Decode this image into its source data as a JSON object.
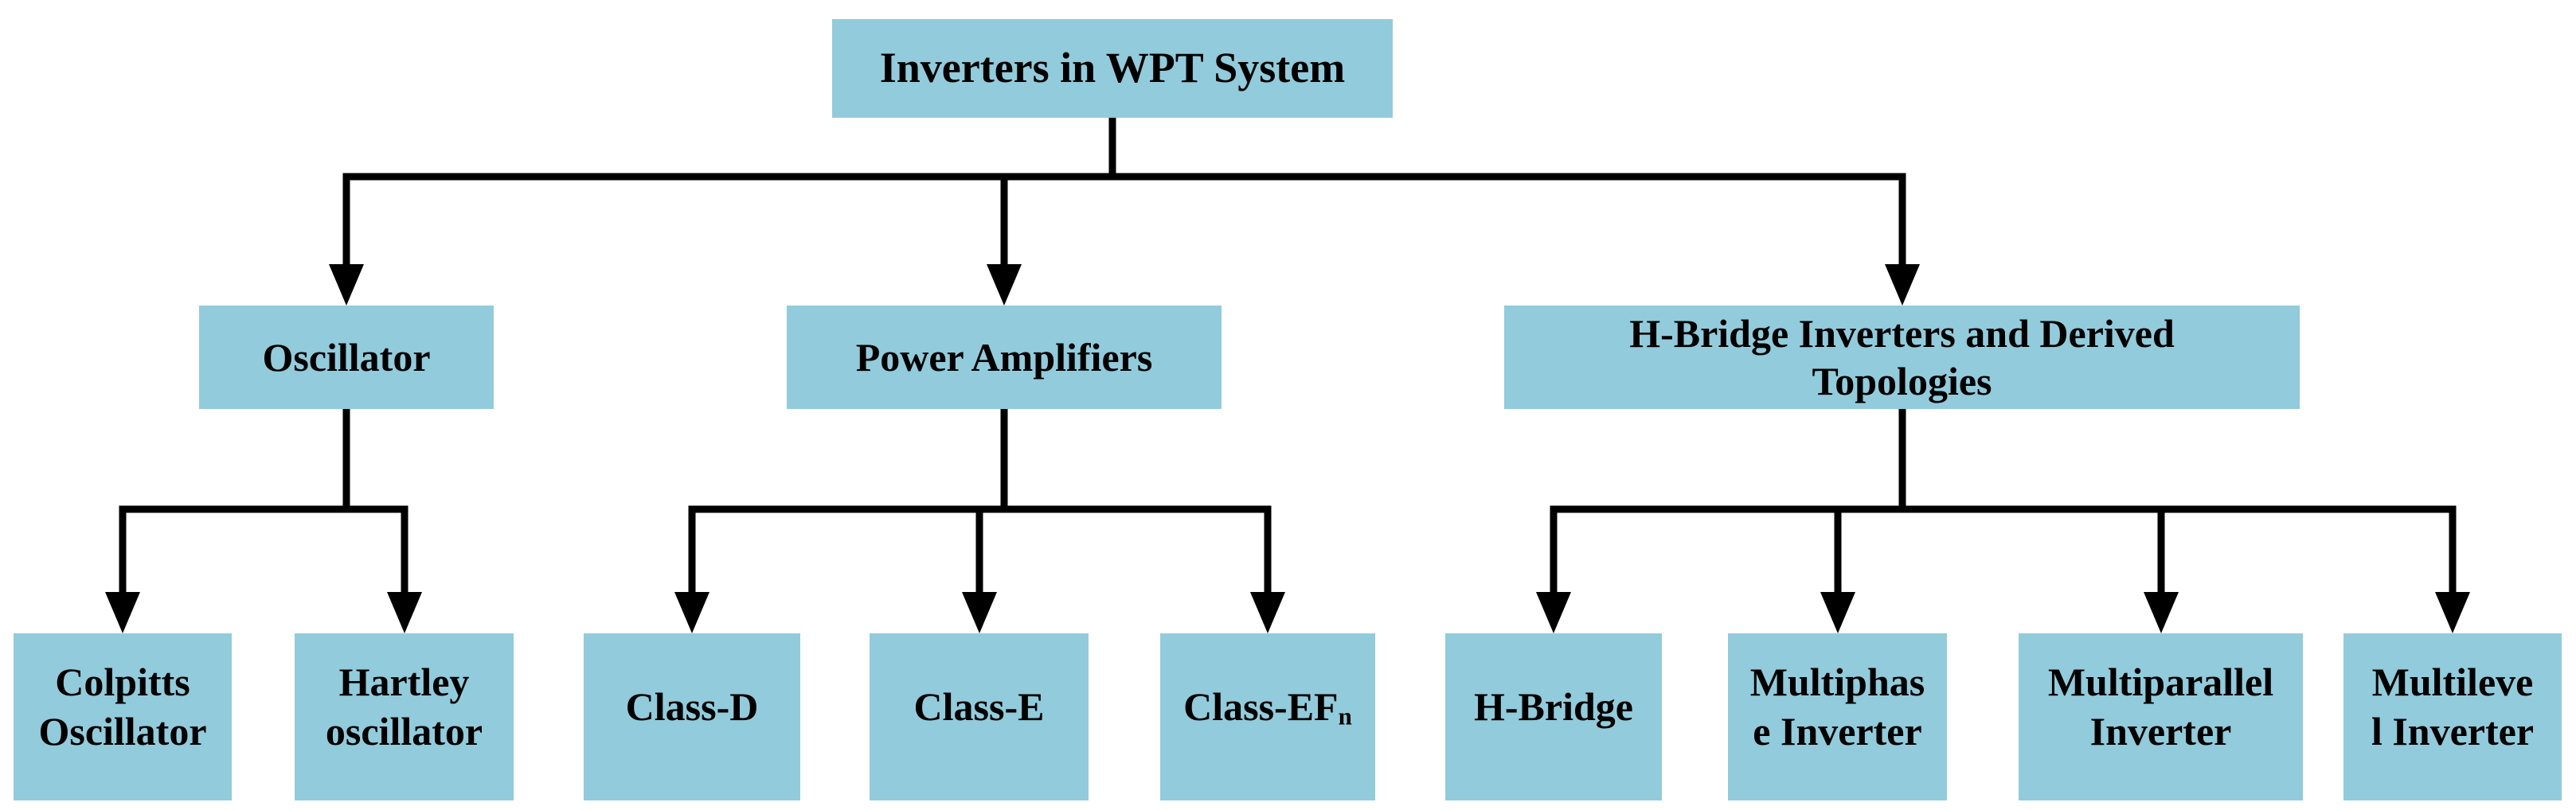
{
  "figure": {
    "colors": {
      "box_fill": "#92cbdb",
      "line_color": "#000000",
      "background": "#ffffff",
      "text": "#000000"
    },
    "nodes": {
      "root": {
        "label": "Inverters in WPT System"
      },
      "oscillator": {
        "label": "Oscillator"
      },
      "power_amplifiers": {
        "label": "Power Amplifiers"
      },
      "h_bridge_family": {
        "label": "H-Bridge Inverters and Derived\nTopologies"
      },
      "colpitts": {
        "label": "Colpitts\nOscillator"
      },
      "hartley": {
        "label": "Hartley\noscillator"
      },
      "class_d": {
        "label": "Class-D"
      },
      "class_e": {
        "label": "Class-E"
      },
      "class_efn": {
        "label": "Class-EF",
        "sub": "n"
      },
      "h_bridge": {
        "label": "H-Bridge"
      },
      "multiphase": {
        "label": "Multiphas\ne Inverter"
      },
      "multiparallel": {
        "label": "Multiparallel\nInverter"
      },
      "multilevel": {
        "label": "Multileve\nl Inverter"
      }
    },
    "hierarchy": {
      "root": "Inverters in WPT System",
      "branches": [
        {
          "label": "Oscillator",
          "children": [
            "Colpitts Oscillator",
            "Hartley oscillator"
          ]
        },
        {
          "label": "Power Amplifiers",
          "children": [
            "Class-D",
            "Class-E",
            "Class-EFn"
          ]
        },
        {
          "label": "H-Bridge Inverters and Derived Topologies",
          "children": [
            "H-Bridge",
            "Multiphase Inverter",
            "Multiparallel Inverter",
            "Multilevel Inverter"
          ]
        }
      ]
    }
  }
}
